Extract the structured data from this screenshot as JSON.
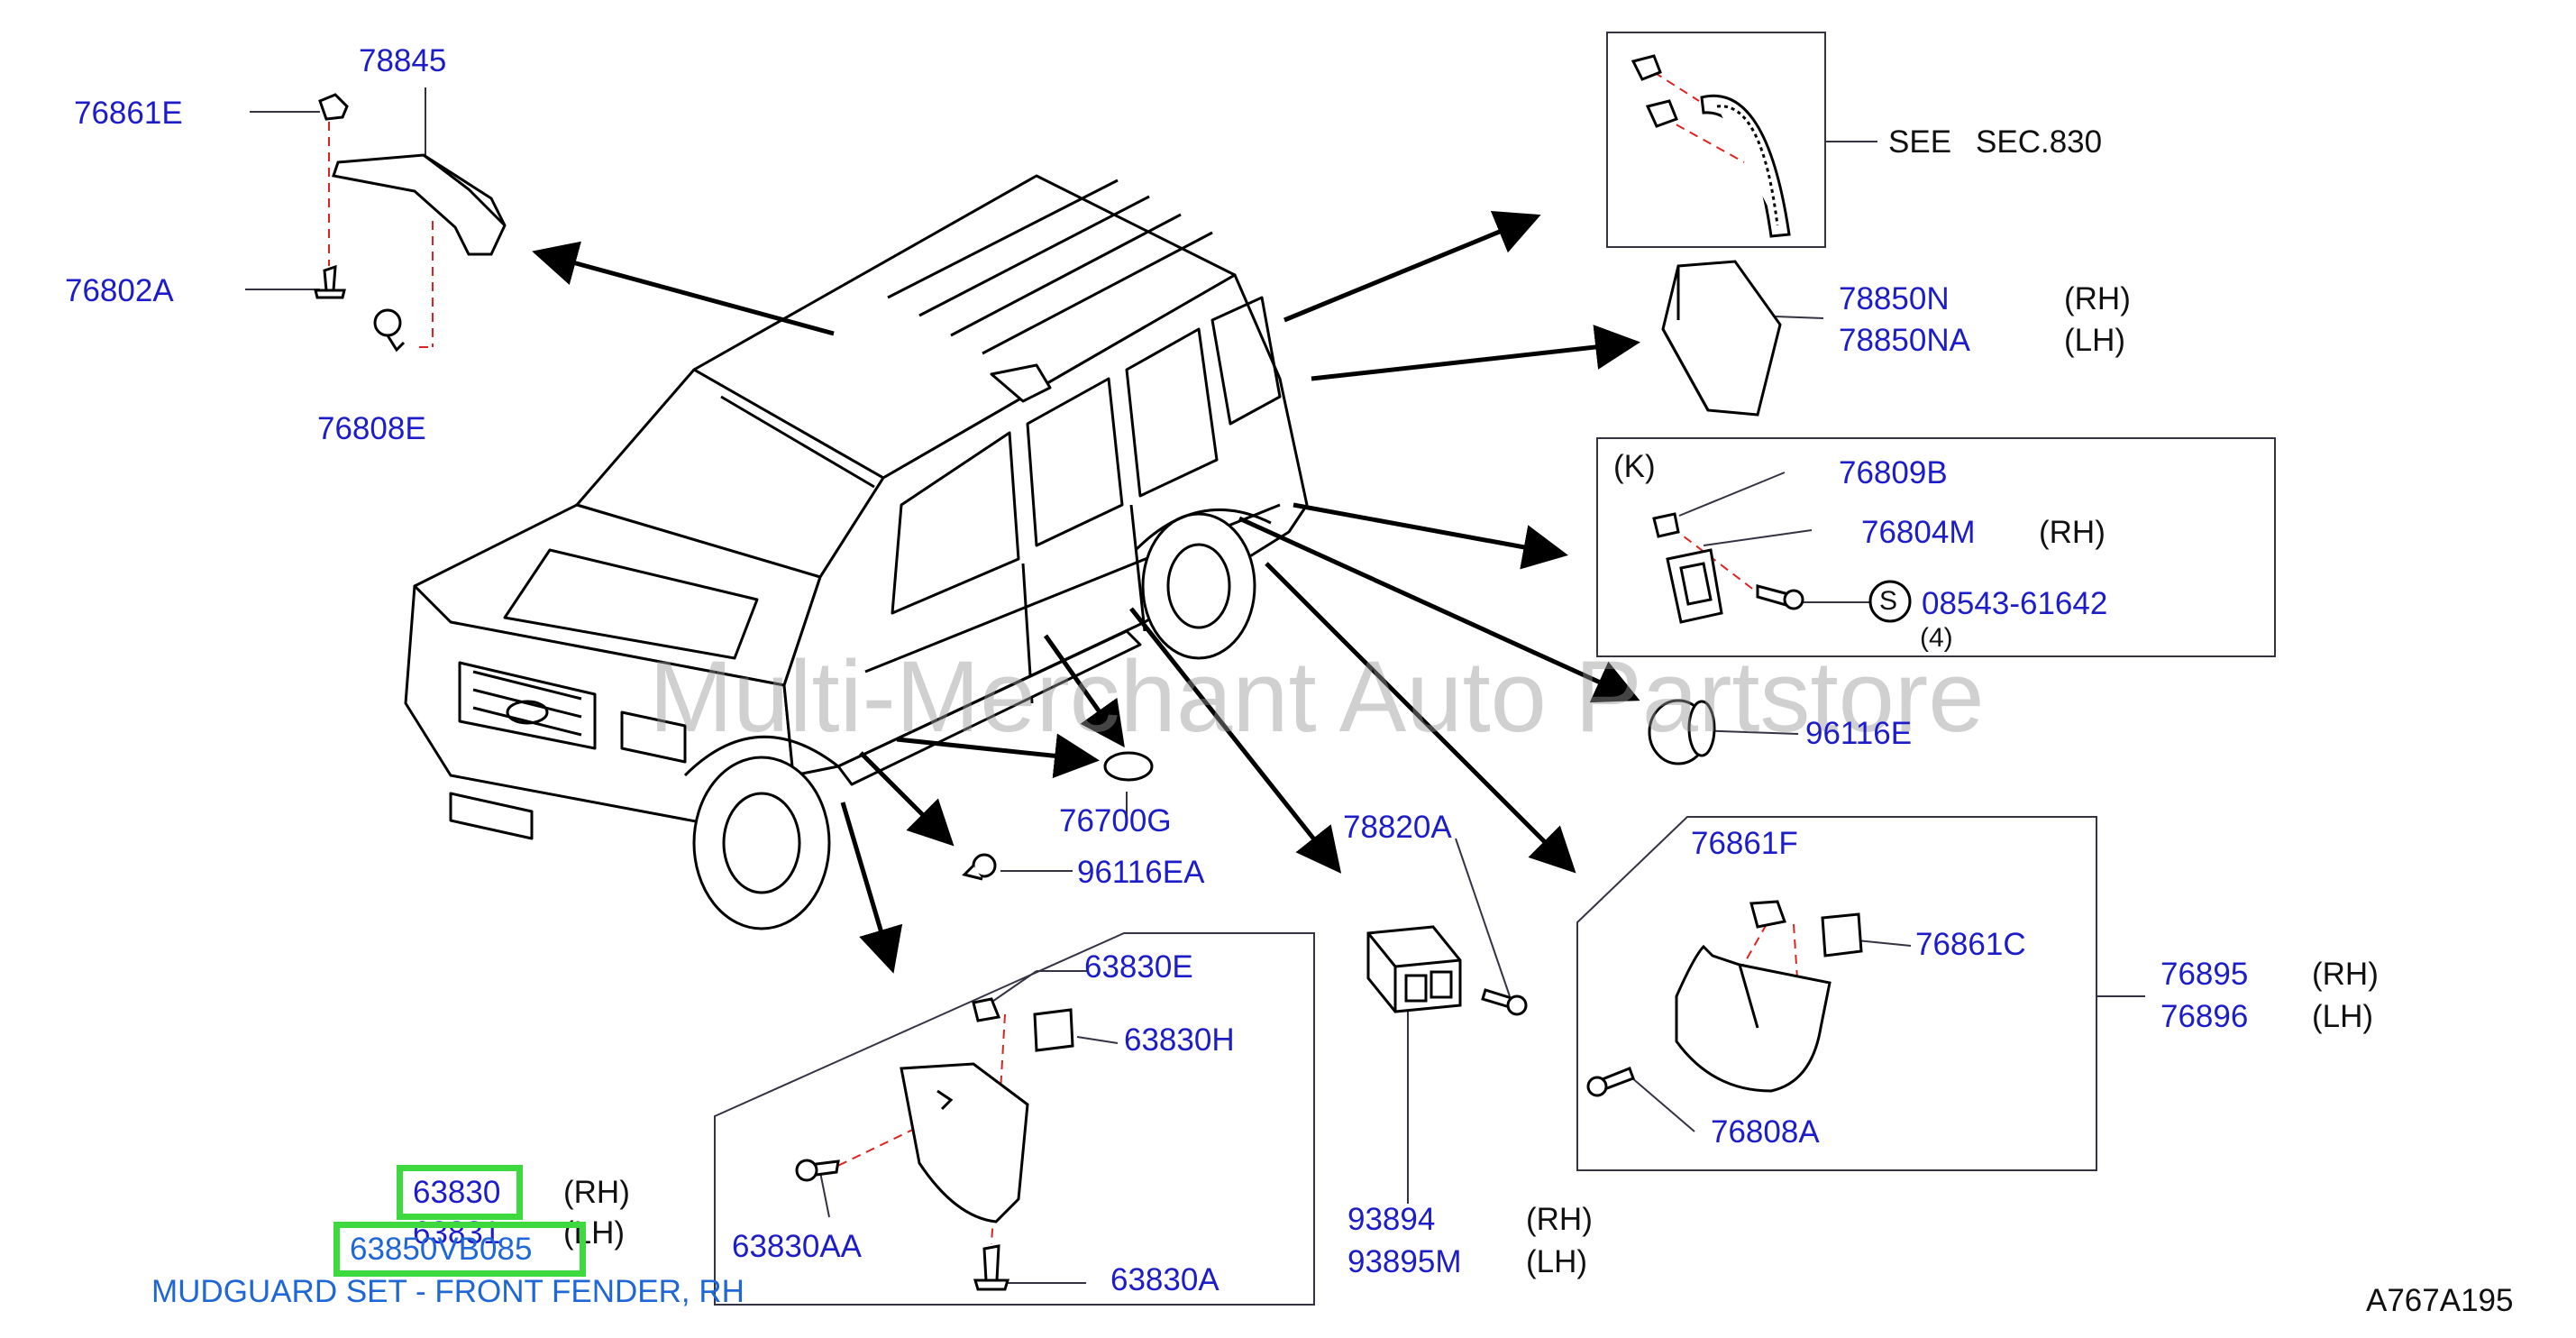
{
  "watermark": "Multi-Merchant Auto Partstore",
  "diagram_code": "A767A195",
  "caption": "MUDGUARD SET - FRONT FENDER, RH",
  "highlighted": [
    "63830",
    "63850VB085"
  ],
  "reference": {
    "see": "SEE",
    "section": "SEC.830"
  },
  "labels": {
    "l78845": "78845",
    "l76861E": "76861E",
    "l76802A": "76802A",
    "l76808E": "76808E",
    "l78850N": "78850N",
    "l78850NA": "78850NA",
    "l76809B": "76809B",
    "l76804M": "76804M",
    "l08543": "08543-61642",
    "l96116E": "96116E",
    "l76700G": "76700G",
    "l96116EA": "96116EA",
    "l78820A": "78820A",
    "l76861F": "76861F",
    "l76861C": "76861C",
    "l76895": "76895",
    "l76896": "76896",
    "l76808A": "76808A",
    "l63830E": "63830E",
    "l63830H": "63830H",
    "l63830": "63830",
    "l63831": "63831",
    "l63850VB085": "63850VB085",
    "l63830AA": "63830AA",
    "l63830A": "63830A",
    "l93894": "93894",
    "l93895M": "93895M"
  },
  "side_tags": {
    "rh": "(RH)",
    "lh": "(LH)",
    "k": "(K)",
    "s": "S",
    "qty4": "(4)"
  }
}
